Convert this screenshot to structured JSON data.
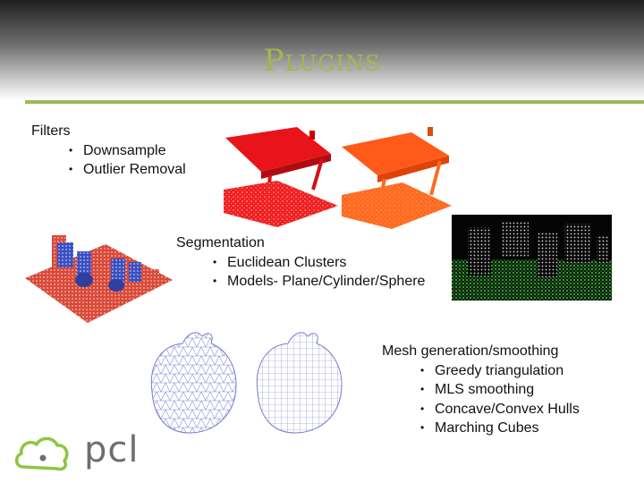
{
  "slide": {
    "title": "Plugins",
    "sections": [
      {
        "heading": "Filters",
        "bullets": [
          "Downsample",
          "Outlier Removal"
        ]
      },
      {
        "heading": "Segmentation",
        "bullets": [
          "Euclidean Clusters",
          "Models- Plane/Cylinder/Sphere"
        ]
      },
      {
        "heading": "Mesh generation/smoothing",
        "bullets": [
          "Greedy triangulation",
          "MLS smoothing",
          "Concave/Convex Hulls",
          "Marching Cubes"
        ]
      }
    ],
    "bullet_glyph": "•"
  },
  "logo": {
    "text": "pcl",
    "icon": "cloud-icon"
  },
  "colors": {
    "title": "#a3b84a",
    "rule": "#99bb55",
    "logo_green": "#8cc63f",
    "logo_gray": "#6d6e71"
  }
}
